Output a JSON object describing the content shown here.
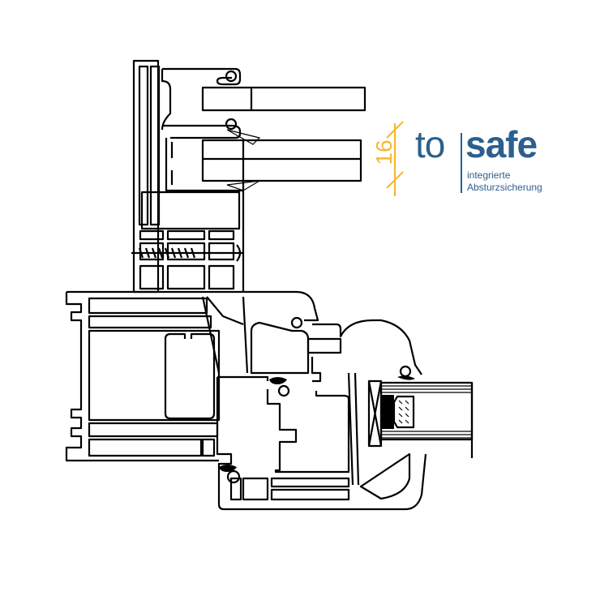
{
  "logo": {
    "prefix": "to",
    "name": "safe",
    "subtitle_line1": "integrierte",
    "subtitle_line2": "Absturzsicherung",
    "color": "#2b5f8e"
  },
  "dimension": {
    "value": "16",
    "color": "#f5b82e"
  },
  "drawing": {
    "type": "window profile cross-section",
    "stroke_color": "#000000",
    "background": "#ffffff"
  }
}
